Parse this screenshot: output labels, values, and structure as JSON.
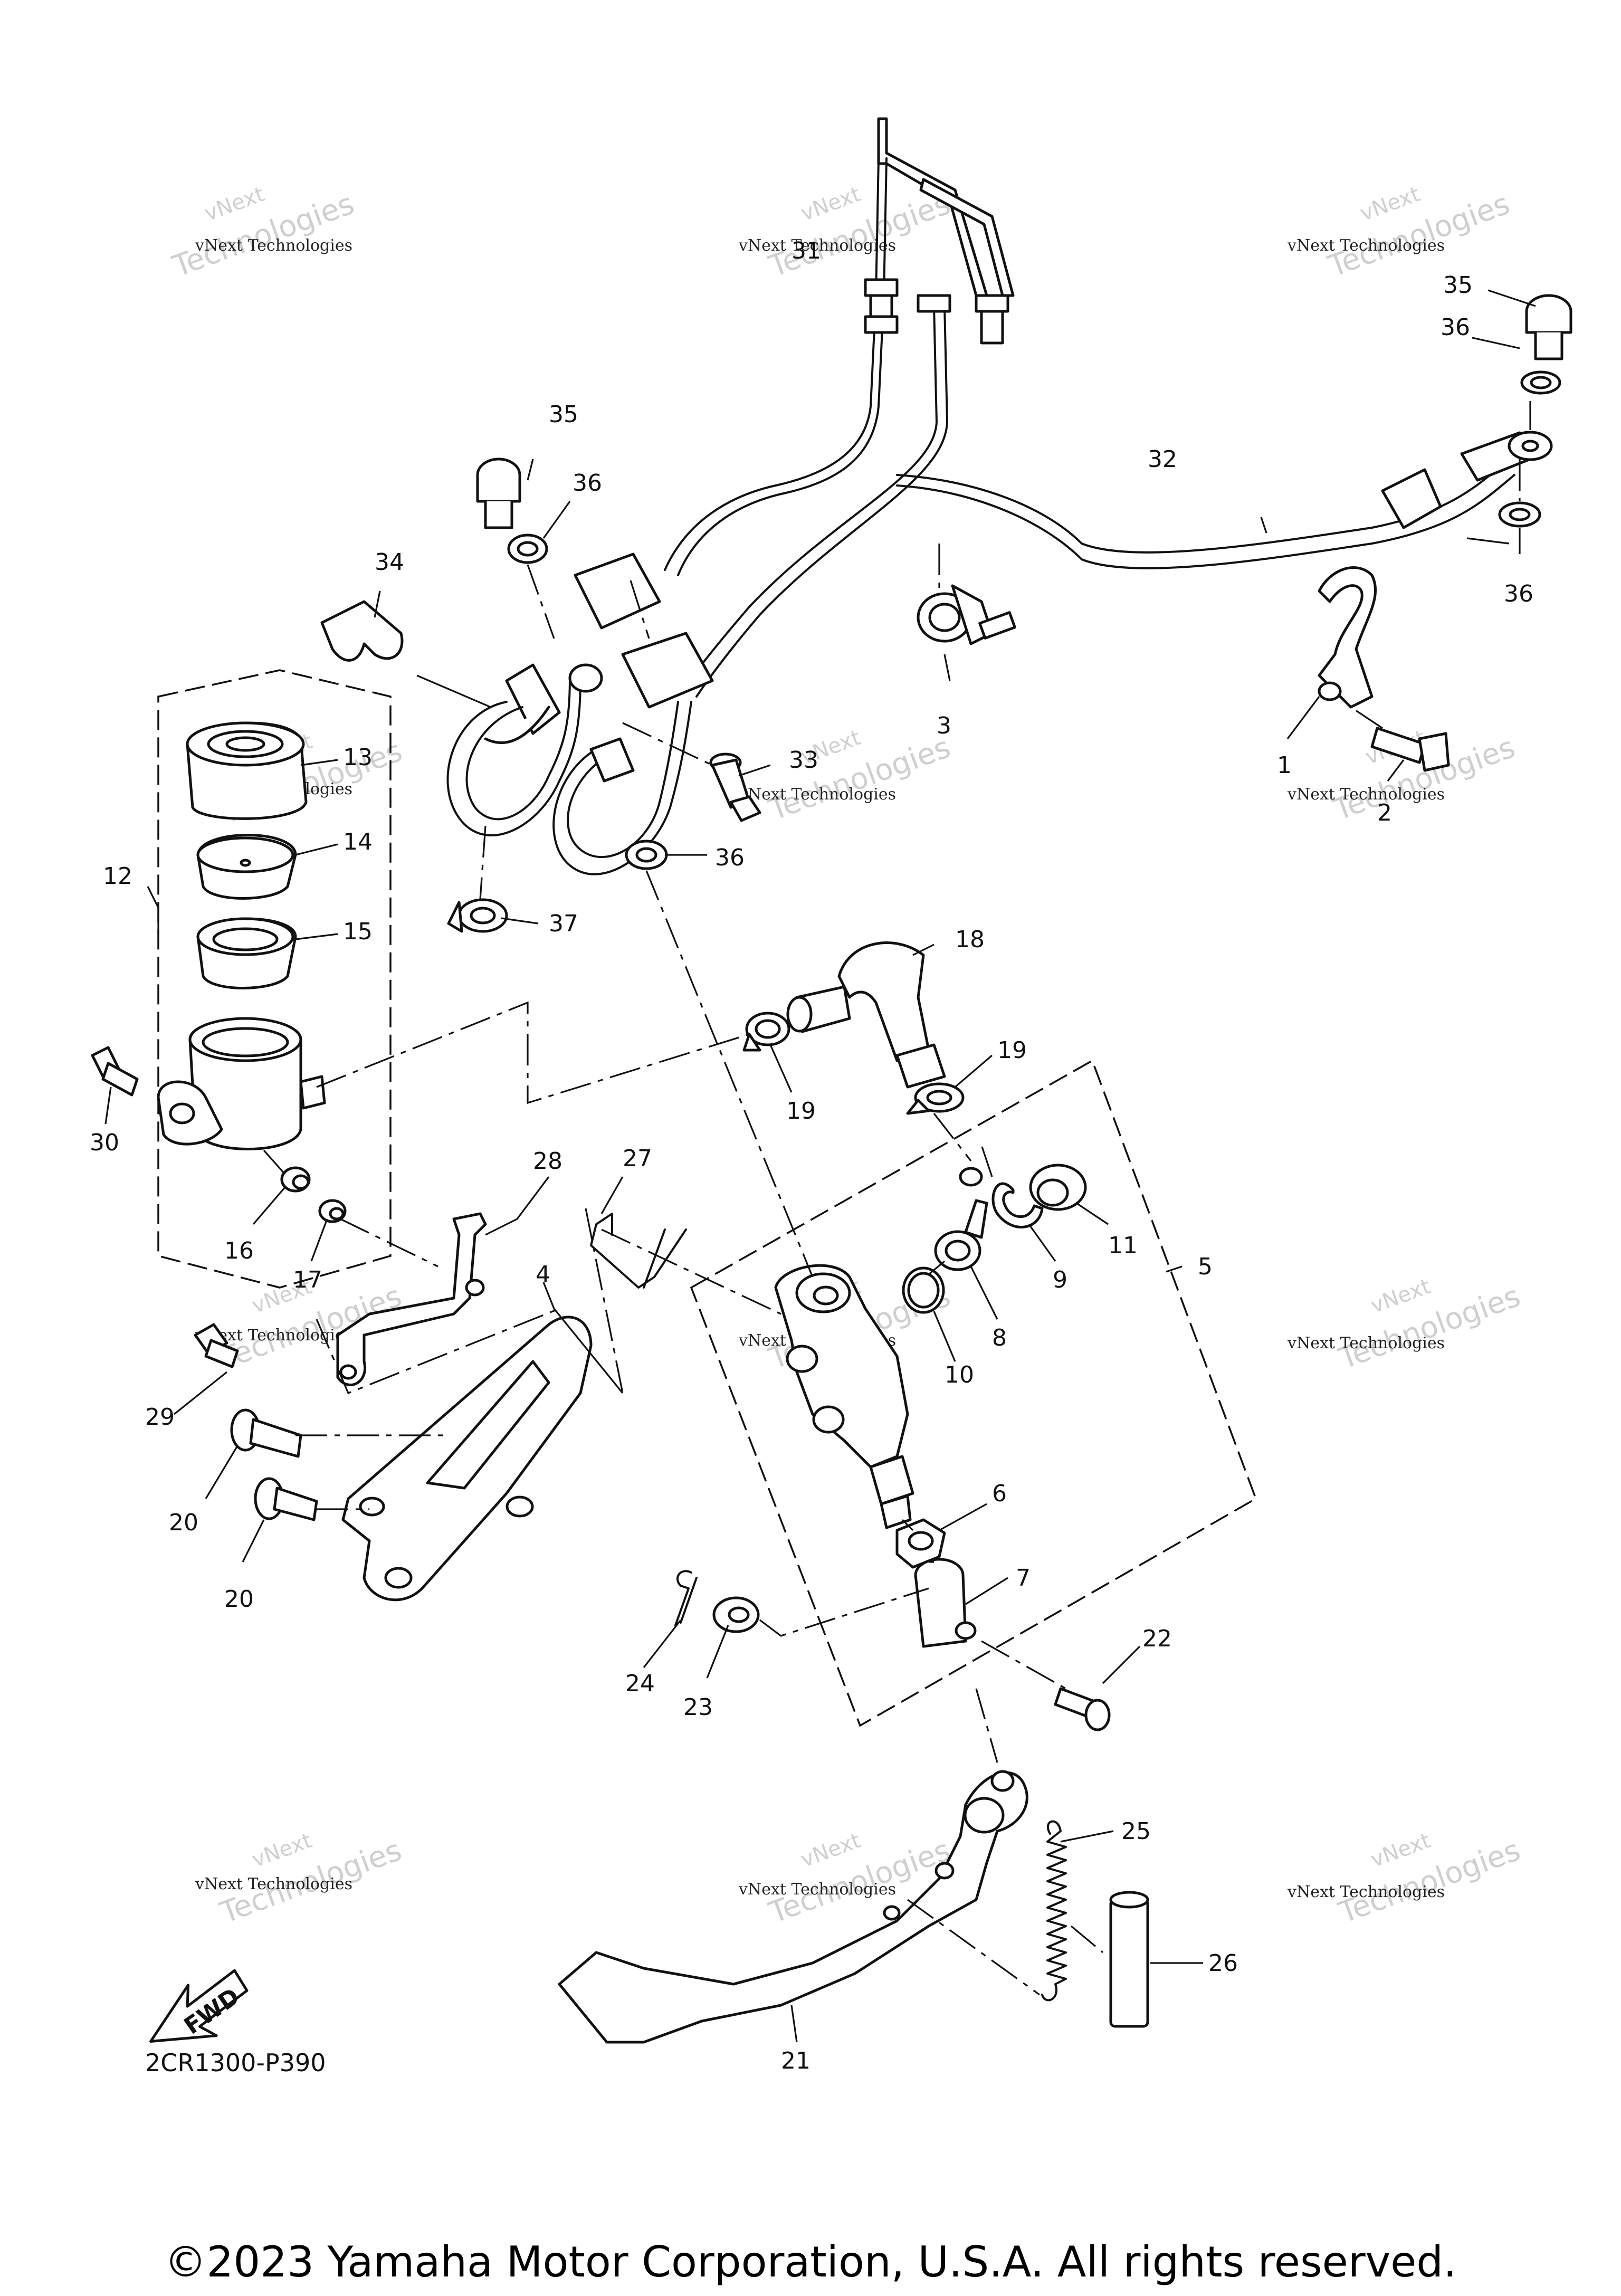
{
  "diagram": {
    "code": "2CR1300-P390",
    "fwd_label": "FWD",
    "watermark": {
      "line1": "vNext Technologies",
      "line2": "Technologies",
      "line0": "vNext"
    },
    "callouts": [
      "1",
      "2",
      "3",
      "4",
      "5",
      "6",
      "7",
      "8",
      "9",
      "10",
      "11",
      "12",
      "13",
      "14",
      "15",
      "16",
      "17",
      "18",
      "19",
      "19",
      "20",
      "20",
      "21",
      "22",
      "23",
      "24",
      "25",
      "26",
      "27",
      "28",
      "29",
      "30",
      "31",
      "32",
      "33",
      "34",
      "35",
      "35",
      "36",
      "36",
      "36",
      "36",
      "37"
    ]
  },
  "footer": {
    "copyright": "©2023 Yamaha Motor Corporation, U.S.A. All rights reserved."
  }
}
